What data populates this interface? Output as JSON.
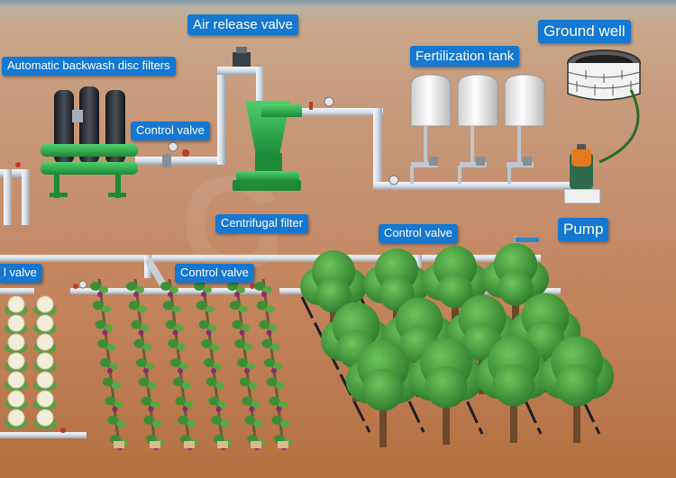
{
  "labels": {
    "air_release_valve": "Air release valve",
    "ground_well": "Ground well",
    "backwash_filters": "Automatic backwash disc filters",
    "fertilization_tank": "Fertilization tank",
    "control_valve": "Control valve",
    "centrifugal_filter": "Centrifugal filter",
    "pump": "Pump",
    "left_valve_fragment": "l valve"
  },
  "colors": {
    "label_bg": "#1578d2",
    "pipe": "#d8dfe6",
    "equipment_green": "#2aa84a",
    "filter_dark": "#2b2f36",
    "tree_green": "#3f9a3c",
    "grape": "#8a2f6e",
    "soil": "#c4875f"
  }
}
